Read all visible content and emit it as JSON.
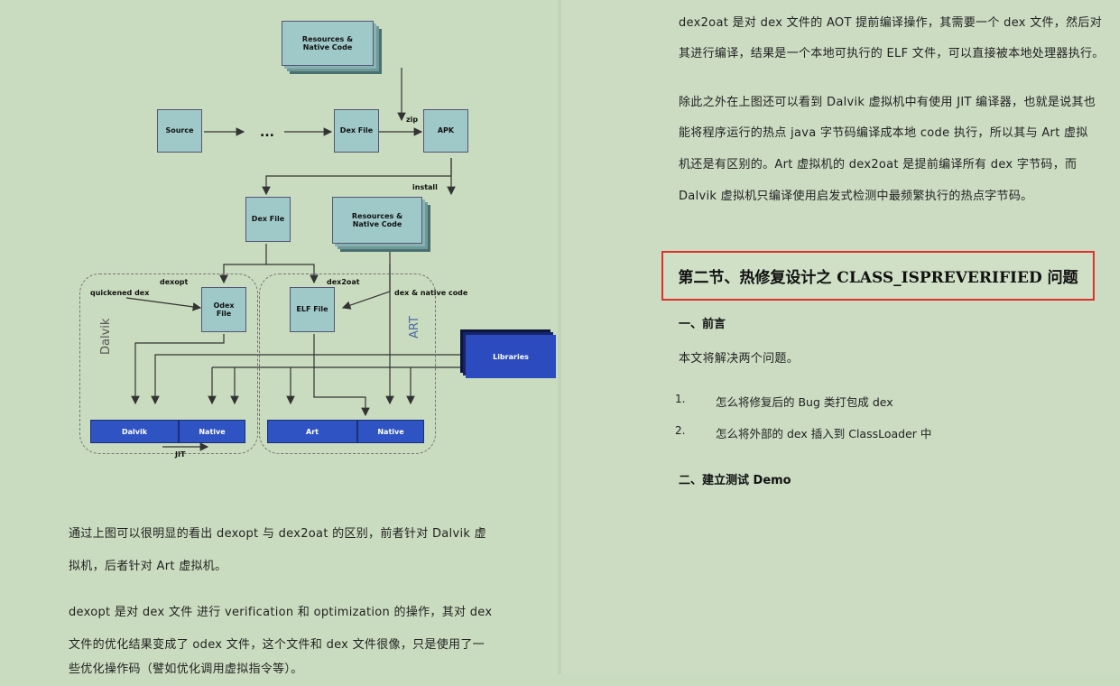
{
  "diagram": {
    "resources_top": "Resources &\nNative Code",
    "source": "Source",
    "dots": "...",
    "dex_file_top": "Dex File",
    "apk": "APK",
    "zip": "zip",
    "install": "install",
    "dex_file_mid": "Dex File",
    "resources_mid": "Resources &\nNative Code",
    "dexopt": "dexopt",
    "dex2oat": "dex2oat",
    "quickened_dex": "quickened dex",
    "odex_file": "Odex\nFile",
    "elf_file": "ELF File",
    "dex_native_code": "dex & native code",
    "dalvik_region": "Dalvik",
    "art_region": "ART",
    "libraries": "Libraries",
    "dalvik_box": "Dalvik",
    "native_box_left": "Native",
    "art_box": "Art",
    "native_box_right": "Native",
    "jit": "JIT"
  },
  "left": {
    "para1_line1": "通过上图可以很明显的看出 dexopt 与 dex2oat 的区别，前者针对 Dalvik 虚",
    "para1_line2": "拟机，后者针对 Art 虚拟机。",
    "para2_line1": "dexopt 是对 dex 文件 进行 verification 和 optimization 的操作，其对 dex",
    "para2_line2": "文件的优化结果变成了 odex 文件，这个文件和 dex 文件很像，只是使用了一",
    "para2_line3": "些优化操作码（譬如优化调用虚拟指令等）。"
  },
  "right": {
    "para1_line1": "dex2oat 是对 dex 文件的 AOT 提前编译操作，其需要一个 dex 文件，然后对",
    "para1_line2": "其进行编译，结果是一个本地可执行的 ELF 文件，可以直接被本地处理器执行。",
    "para2_line1": "除此之外在上图还可以看到 Dalvik 虚拟机中有使用 JIT 编译器，也就是说其也",
    "para2_line2": "能将程序运行的热点 java 字节码编译成本地 code 执行，所以其与 Art 虚拟",
    "para2_line3": "机还是有区别的。Art 虚拟机的 dex2oat 是提前编译所有 dex 字节码，而",
    "para2_line4": "Dalvik 虚拟机只编译使用启发式检测中最频繁执行的热点字节码。",
    "section_title": "第二节、热修复设计之 CLASS_ISPREVERIFIED 问题",
    "h_intro": "一、前言",
    "intro_text": "本文将解决两个问题。",
    "list": [
      {
        "num": "1.",
        "text": "怎么将修复后的 Bug 类打包成 dex"
      },
      {
        "num": "2.",
        "text": "怎么将外部的 dex 插入到 ClassLoader 中"
      }
    ],
    "h_demo": "二、建立测试 Demo"
  },
  "colors": {
    "highlight_border": "#e0302a",
    "runtime_box": "#2f53c2",
    "file_box": "#9fc8c8"
  }
}
